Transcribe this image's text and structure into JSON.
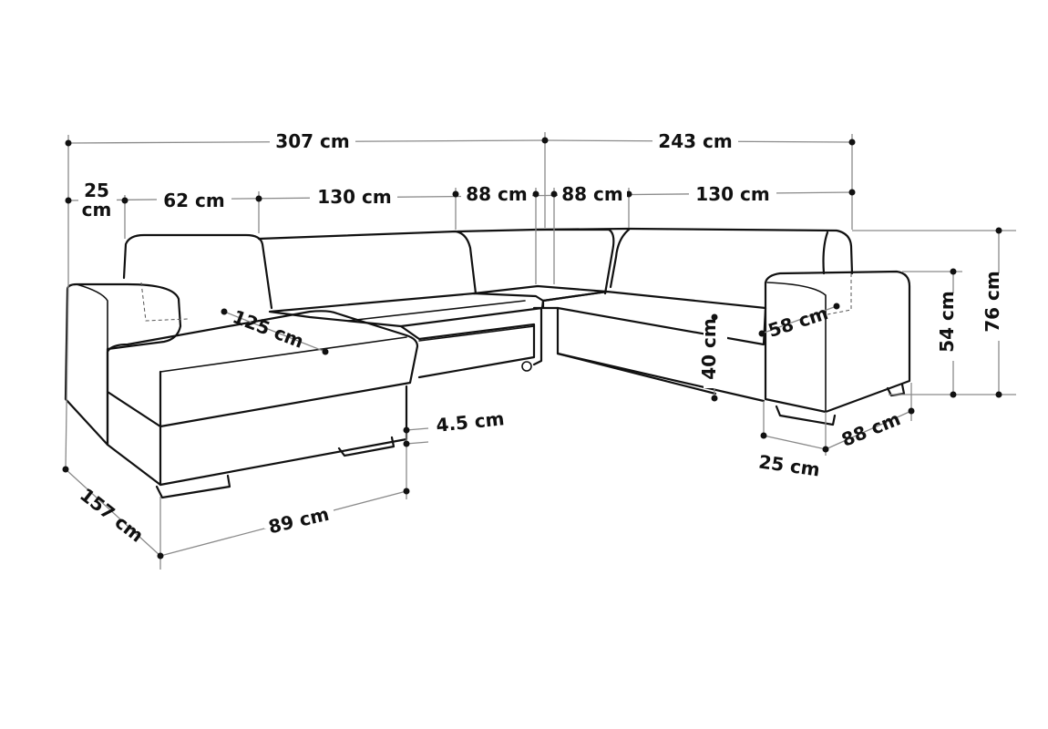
{
  "colors": {
    "outline": "#111111",
    "dimension": "#8a8a8a",
    "background": "#ffffff"
  },
  "dimensions": {
    "total_width_left": "307 cm",
    "total_width_right": "243 cm",
    "armrest_left_a": "25",
    "armrest_left_b": "cm",
    "armrest_depth_left": "62 cm",
    "seat_width_left": "130 cm",
    "corner_left": "88 cm",
    "corner_right": "88 cm",
    "seat_width_right": "130 cm",
    "chaise_length": "125 cm",
    "seat_depth": "58 cm",
    "seat_height": "40 cm",
    "armrest_height": "54 cm",
    "total_height": "76 cm",
    "leg_height": "4.5 cm",
    "chaise_depth": "157 cm",
    "chaise_width": "89 cm",
    "right_depth": "88 cm",
    "armrest_right": "25 cm"
  }
}
